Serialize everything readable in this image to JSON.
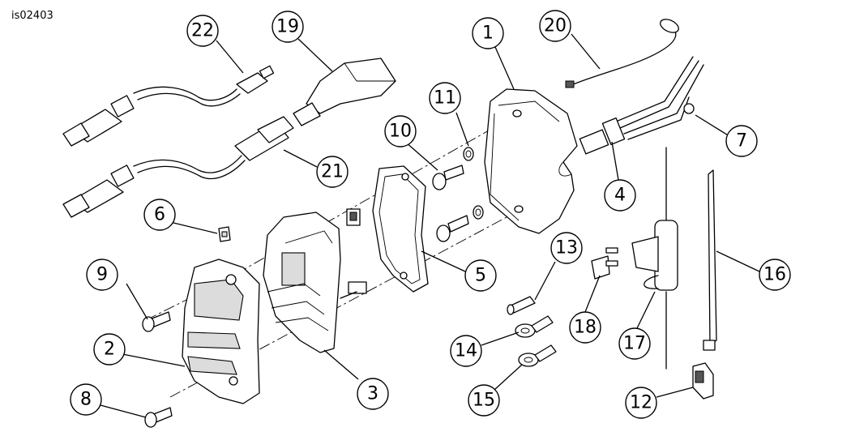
{
  "figure": {
    "ref_code": "is02403",
    "callouts": [
      "1",
      "2",
      "3",
      "4",
      "5",
      "6",
      "7",
      "8",
      "9",
      "10",
      "11",
      "12",
      "13",
      "14",
      "15",
      "16",
      "17",
      "18",
      "19",
      "20",
      "21",
      "22"
    ]
  }
}
